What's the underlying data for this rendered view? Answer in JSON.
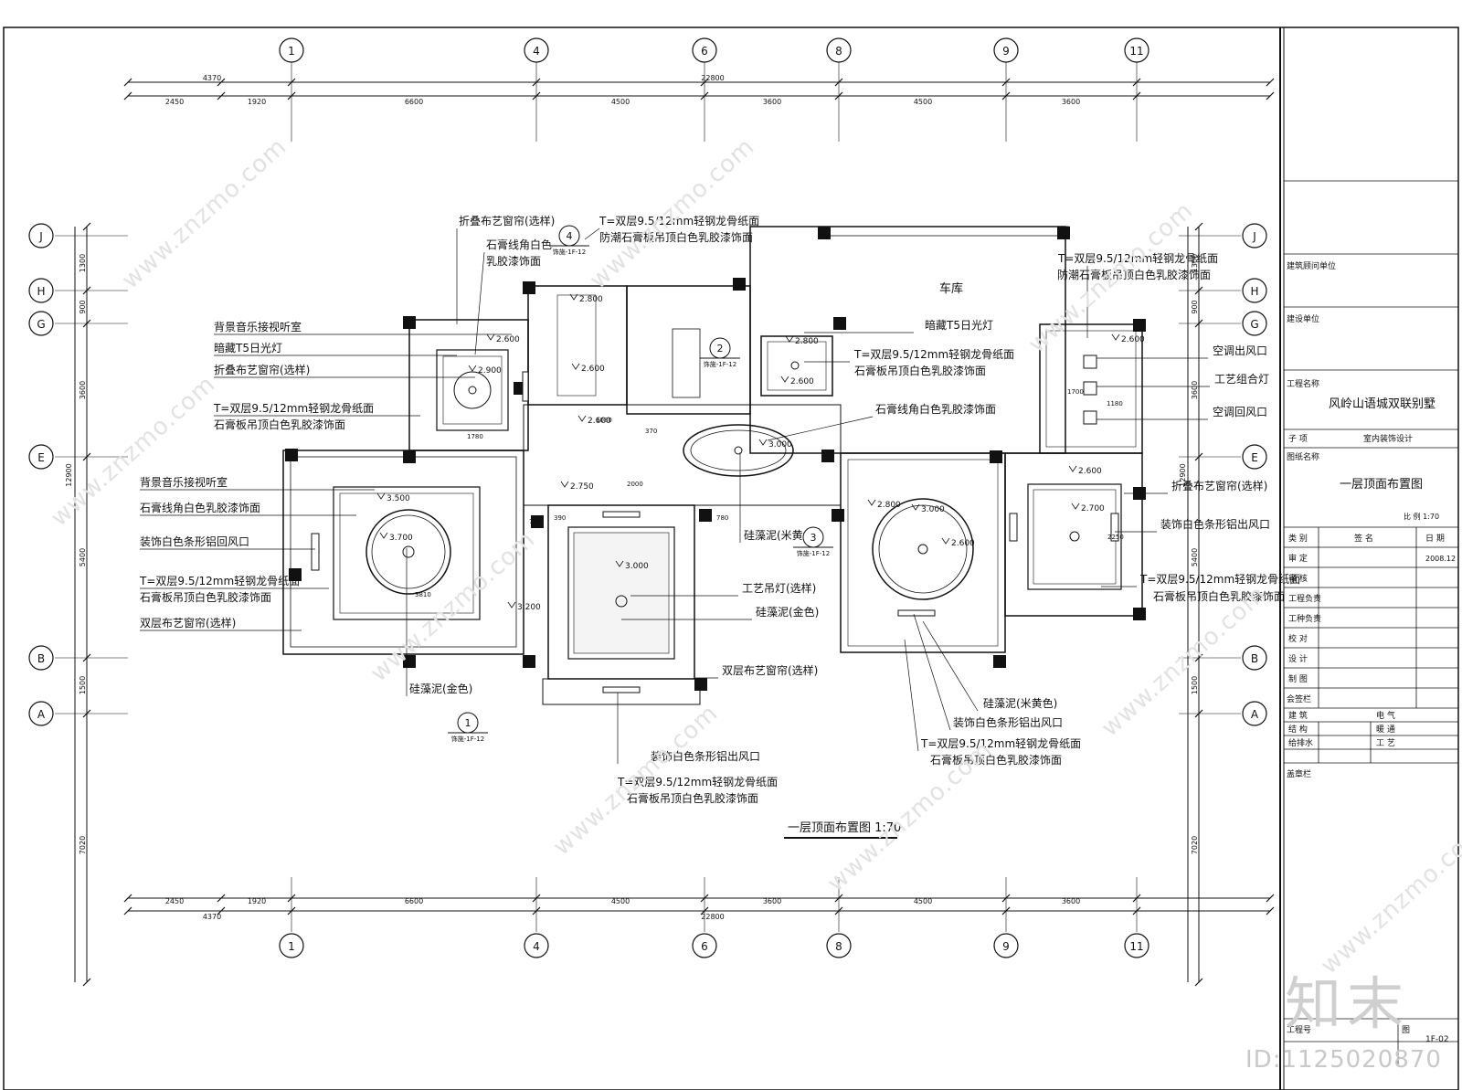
{
  "drawing_title": "一层顶面布置图 1:70",
  "room_label_garage": "车库",
  "axes": {
    "columns": [
      "1",
      "4",
      "6",
      "8",
      "9",
      "11"
    ],
    "rows": [
      "J",
      "H",
      "G",
      "E",
      "B",
      "A"
    ]
  },
  "dimensions": {
    "top_overall": "22800",
    "top_sub": "4370",
    "top_segments": [
      "2450",
      "1920",
      "6600",
      "4500",
      "3600",
      "4500",
      "3600"
    ],
    "bottom_overall": "22800",
    "bottom_sub": "4370",
    "bottom_segments": [
      "2450",
      "1920",
      "6600",
      "4500",
      "3600",
      "4500",
      "3600"
    ],
    "left_outer": "12900",
    "left_segments": [
      "1300",
      "900",
      "3600",
      "5400",
      "1500",
      "7020"
    ],
    "right_outer": "12900",
    "right_segments": [
      "1300",
      "900",
      "3600",
      "5400",
      "1500",
      "7020"
    ]
  },
  "annotations": [
    "折叠布艺窗帘(选样)",
    "T=双层9.5/12mm轻钢龙骨纸面",
    "防潮石膏板吊顶白色乳胶漆饰面",
    "石膏线角白色",
    "乳胶漆饰面",
    "背景音乐接视听室",
    "暗藏T5日光灯",
    "折叠布艺窗帘(选样)",
    "T=双层9.5/12mm轻钢龙骨纸面",
    "石膏板吊顶白色乳胶漆饰面",
    "背景音乐接视听室",
    "石膏线角白色乳胶漆饰面",
    "装饰白色条形铝回风口",
    "T=双层9.5/12mm轻钢龙骨纸面",
    "石膏板吊顶白色乳胶漆饰面",
    "双层布艺窗帘(选样)",
    "硅藻泥(金色)",
    "暗藏T5日光灯",
    "T=双层9.5/12mm轻钢龙骨纸面",
    "石膏板吊顶白色乳胶漆饰面",
    "石膏线角白色乳胶漆饰面",
    "硅藻泥(米黄色)",
    "工艺吊灯(选样)",
    "硅藻泥(金色)",
    "双层布艺窗帘(选样)",
    "装饰白色条形铝出风口",
    "T=双层9.5/12mm轻钢龙骨纸面",
    "石膏板吊顶白色乳胶漆饰面",
    "硅藻泥(米黄色)",
    "装饰白色条形铝出风口",
    "T=双层9.5/12mm轻钢龙骨纸面",
    "石膏板吊顶白色乳胶漆饰面",
    "T=双层9.5/12mm轻钢龙骨纸面",
    "防潮石膏板吊顶白色乳胶漆饰面",
    "空调出风口",
    "工艺组合灯",
    "空调回风口",
    "折叠布艺窗帘(选样)",
    "装饰白色条形铝出风口",
    "T=双层9.5/12mm轻钢龙骨纸面",
    "石膏板吊顶白色乳胶漆饰面"
  ],
  "levels": [
    "2.800",
    "2.600",
    "2.600",
    "2.600",
    "2.900",
    "2.800",
    "2.600",
    "3.000",
    "2.750",
    "3.000",
    "3.500",
    "3.700",
    "3.200",
    "2.800",
    "3.000",
    "2.600",
    "2.600",
    "2.700",
    "2.600"
  ],
  "inner_dims": [
    "1080",
    "370",
    "2000",
    "1780",
    "3810",
    "1700",
    "1180",
    "780",
    "390",
    "780",
    "2250"
  ],
  "section_marks": [
    {
      "num": "4",
      "ref": "饰施-1F-12"
    },
    {
      "num": "2",
      "ref": "饰施-1F-12"
    },
    {
      "num": "3",
      "ref": "饰施-1F-12"
    },
    {
      "num": "1",
      "ref": "饰施-1F-12"
    }
  ],
  "title_block": {
    "consultant": "建筑顾问单位",
    "client": "建设单位",
    "project_label": "工程名称",
    "project_name": "风岭山语城双联别墅",
    "subitem_label": "子 项",
    "subitem": "室内装饰设计",
    "drawing_label": "图纸名称",
    "drawing_name": "一层顶面布置图",
    "scale": "比 例 1:70",
    "header": [
      "类 别",
      "签 名",
      "日 期"
    ],
    "roles": [
      "审 定",
      "审 核",
      "工程负责",
      "工种负责",
      "校 对",
      "设 计",
      "制 图"
    ],
    "approve_date": "2008.12",
    "countersign": "会签栏",
    "countersign_rows": [
      [
        "建 筑",
        "电 气"
      ],
      [
        "结 构",
        "暖 通"
      ],
      [
        "给排水",
        "工 艺"
      ]
    ],
    "stamp": "盖章栏",
    "project_no": "工程号",
    "drawing_no_label": "图",
    "drawing_no": "1F-02"
  },
  "watermark": {
    "text": "www.znzmo.com",
    "brand": "知末",
    "id": "ID:1125020870"
  },
  "colors": {
    "ink": "#111111",
    "watermark": "#e2e2e2",
    "paper": "#ffffff"
  }
}
